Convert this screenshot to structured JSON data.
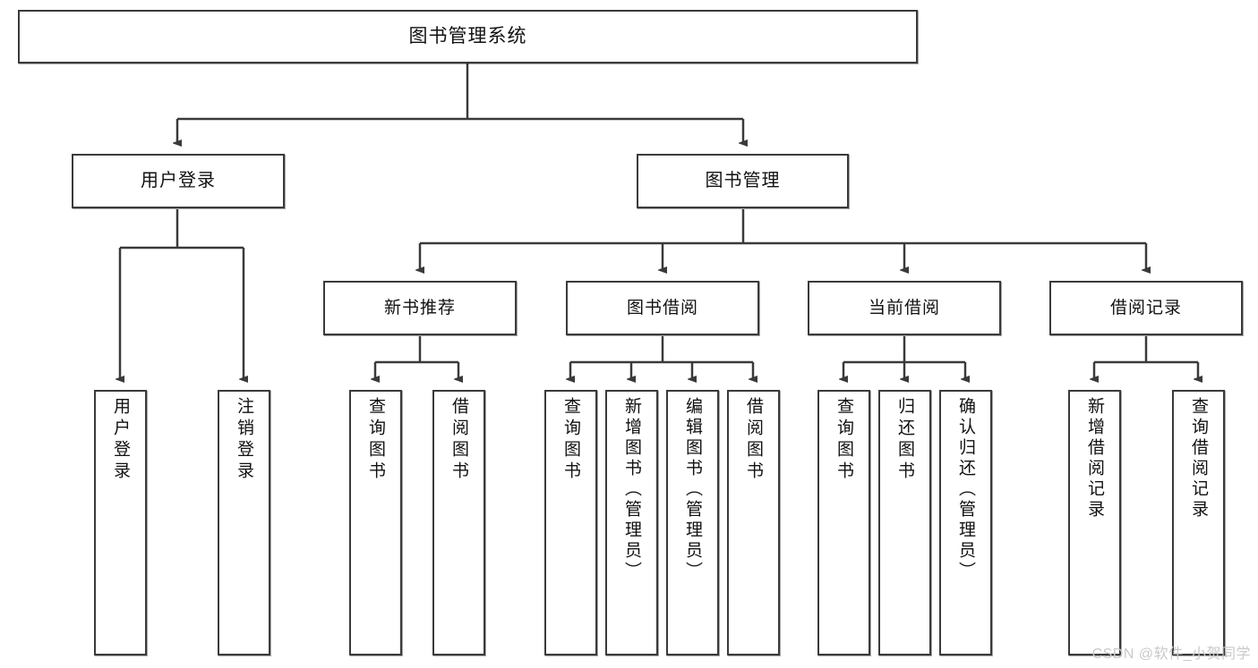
{
  "diagram": {
    "type": "tree",
    "title": "图书管理系统",
    "watermark": "CSDN @软件_小贺同学",
    "colors": {
      "box_border": "#3a3a3a",
      "box_fill": "#ffffff",
      "connector": "#3a3a3a",
      "text": "#111111",
      "watermark": "#c9c9c9"
    },
    "nodes": {
      "root": {
        "label": "图书管理系统"
      },
      "level1": [
        {
          "label": "用户登录"
        },
        {
          "label": "图书管理"
        }
      ],
      "level2": [
        {
          "label": "新书推荐"
        },
        {
          "label": "图书借阅"
        },
        {
          "label": "当前借阅"
        },
        {
          "label": "借阅记录"
        }
      ],
      "leaves_user_login": [
        {
          "label": "用户登录"
        },
        {
          "label": "注销登录"
        }
      ],
      "leaves_new_book": [
        {
          "label": "查询图书"
        },
        {
          "label": "借阅图书"
        }
      ],
      "leaves_borrow": [
        {
          "label": "查询图书"
        },
        {
          "label": "新增图书（管理员）"
        },
        {
          "label": "编辑图书（管理员）"
        },
        {
          "label": "借阅图书"
        }
      ],
      "leaves_current": [
        {
          "label": "查询图书"
        },
        {
          "label": "归还图书"
        },
        {
          "label": "确认归还（管理员）"
        }
      ],
      "leaves_records": [
        {
          "label": "新增借阅记录"
        },
        {
          "label": "查询借阅记录"
        }
      ]
    }
  }
}
